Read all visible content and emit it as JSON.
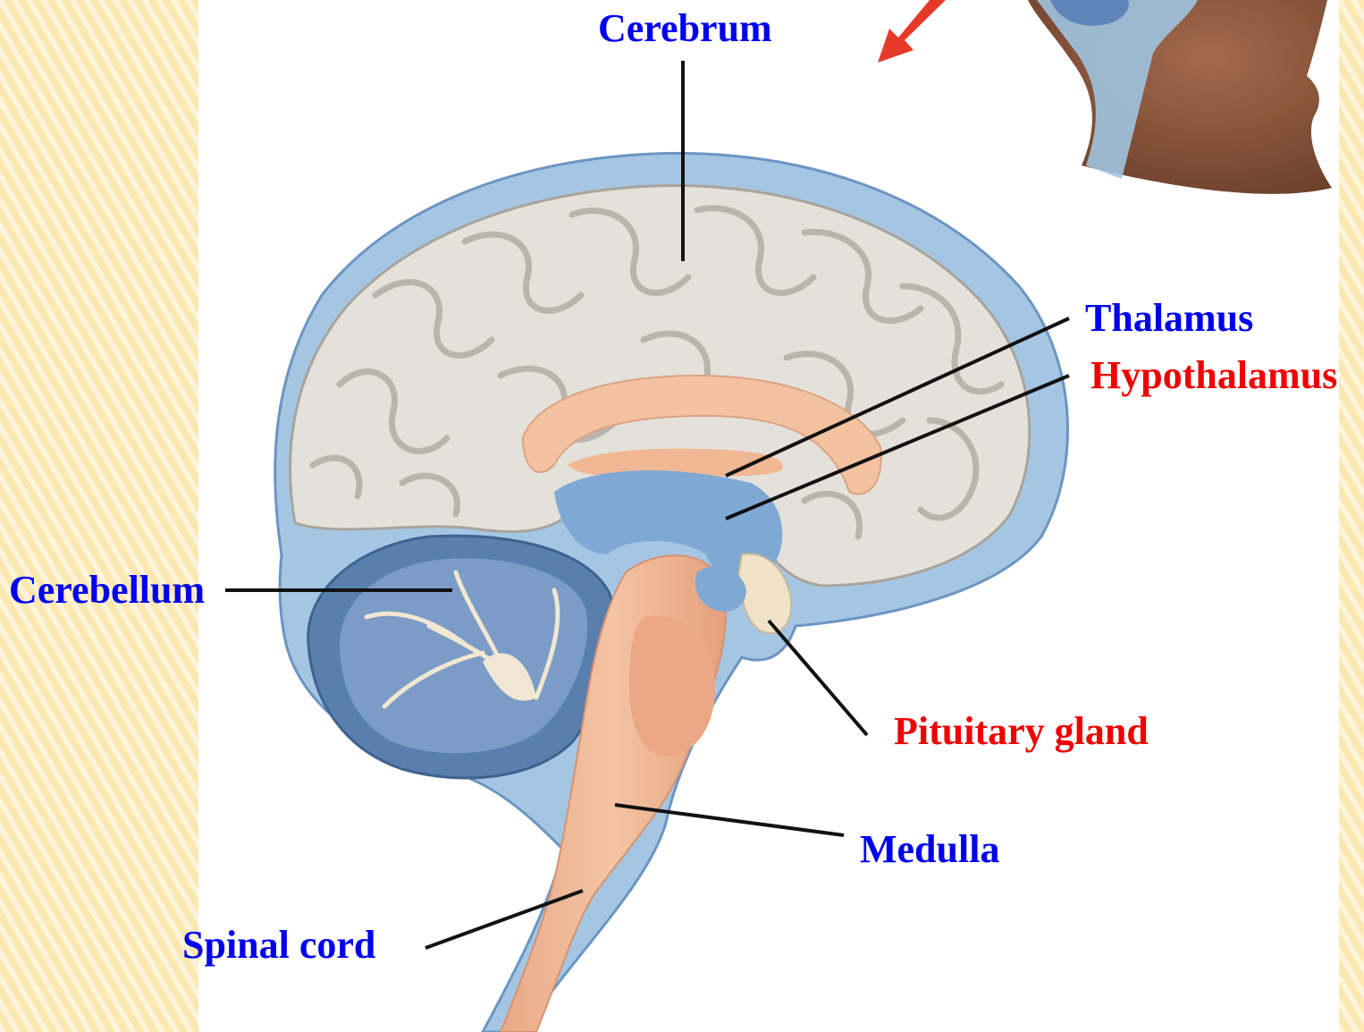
{
  "labels": {
    "cerebrum": "Cerebrum",
    "thalamus": "Thalamus",
    "hypothalamus": "Hypothalamus",
    "cerebellum": "Cerebellum",
    "pituitary": "Pituitary gland",
    "medulla": "Medulla",
    "spinal_cord": "Spinal cord"
  },
  "colors": {
    "blue_label": "#0000f0",
    "red_label": "#f00000",
    "background_stripes": "#fbe7b0"
  }
}
